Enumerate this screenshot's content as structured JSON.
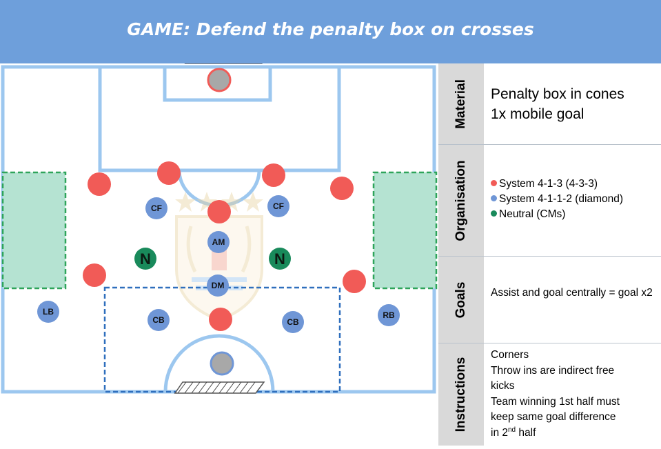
{
  "title": "GAME: Defend the penalty box on crosses",
  "colors": {
    "header": "#6e9fdb",
    "pitch_lines": "#9cc7ef",
    "team_red": "#f15b57",
    "team_blue": "#6f96d6",
    "neutral": "#198a5b",
    "zone_fill": "#b5e3d2",
    "zone_border": "#2ea45a",
    "box_border": "#2f6fbd",
    "ball": "#9c9c9c"
  },
  "players": {
    "blue": [
      "CF",
      "CF",
      "AM",
      "DM",
      "LB",
      "RB",
      "CB",
      "CB"
    ],
    "neutral": [
      "N",
      "N"
    ]
  },
  "panel": {
    "material": {
      "heading": "Material",
      "lines": [
        "Penalty box in cones",
        "1x mobile goal"
      ]
    },
    "organisation": {
      "heading": "Organisation",
      "items": [
        {
          "text": "System 4-1-3 (4-3-3)",
          "color": "#f15b57"
        },
        {
          "text": "System 4-1-1-2 (diamond)",
          "color": "#6f96d6"
        },
        {
          "text": "Neutral (CMs)",
          "color": "#198a5b"
        }
      ]
    },
    "goals": {
      "heading": "Goals",
      "text": "Assist and goal centrally = goal x2"
    },
    "instructions": {
      "heading": "Instructions",
      "lines": [
        "Corners",
        "Throw ins are indirect free",
        "kicks",
        "Team winning 1st half must",
        "keep same goal difference",
        "in 2"
      ],
      "sup": "nd",
      "tail": " half"
    }
  }
}
